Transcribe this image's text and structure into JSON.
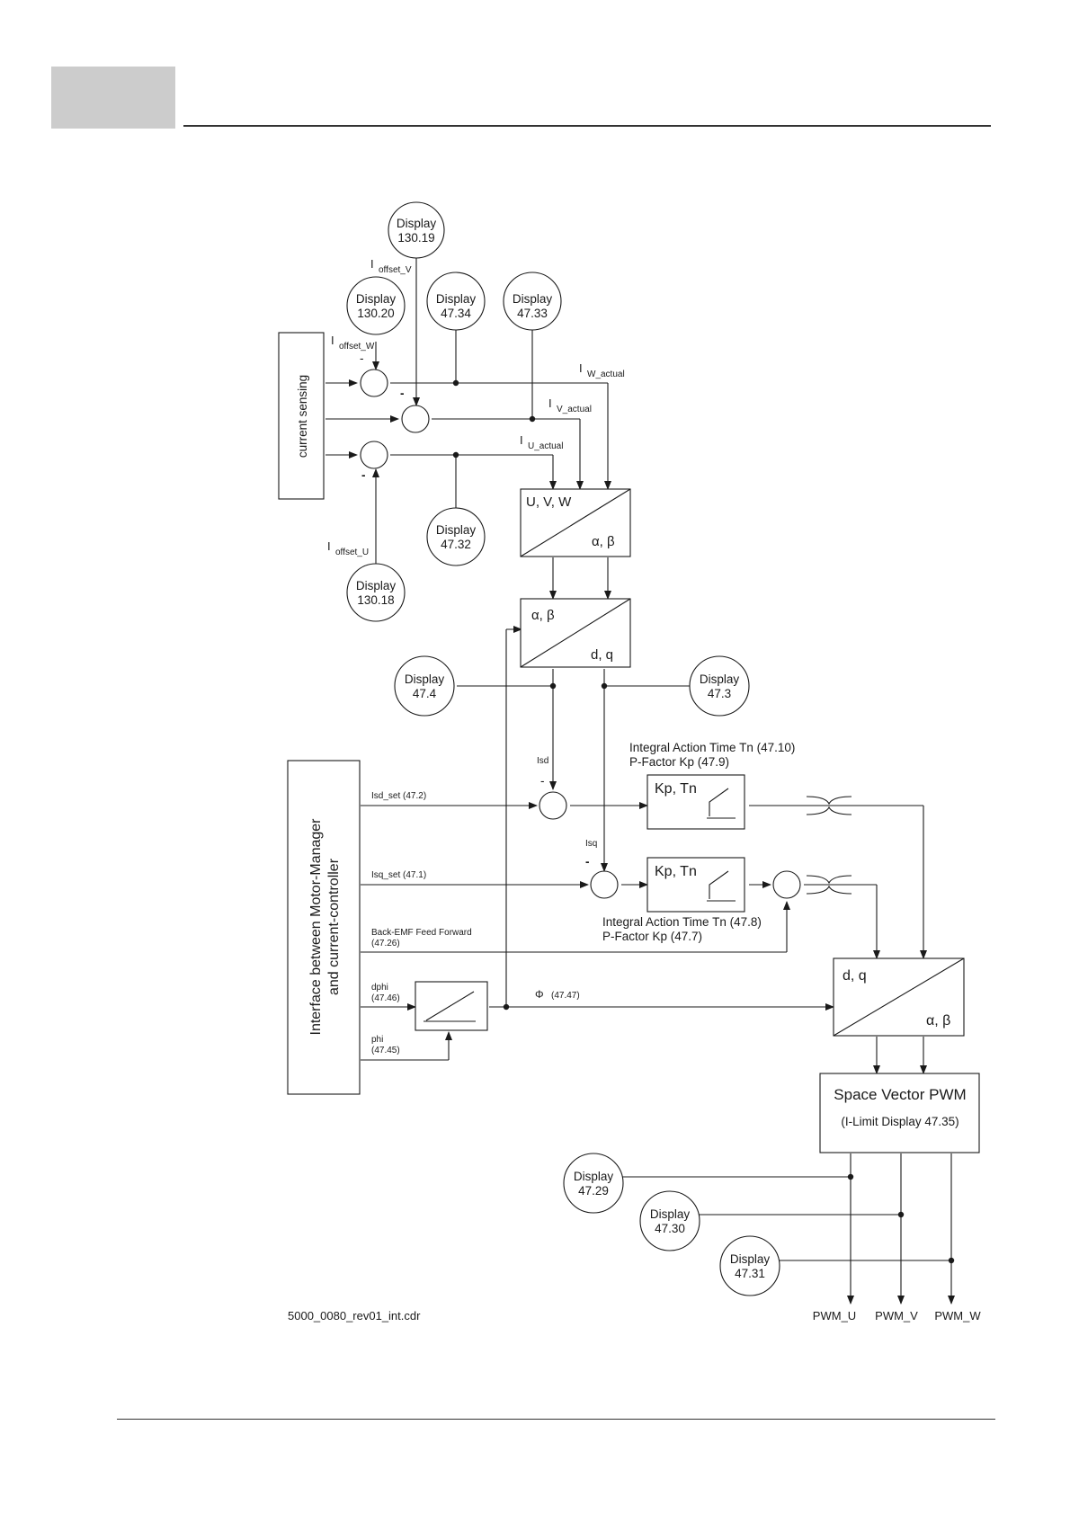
{
  "diagram": {
    "displays": {
      "d130_19": {
        "label": "Display",
        "value": "130.19"
      },
      "d130_20": {
        "label": "Display",
        "value": "130.20"
      },
      "d47_34": {
        "label": "Display",
        "value": "47.34"
      },
      "d47_33": {
        "label": "Display",
        "value": "47.33"
      },
      "d47_32": {
        "label": "Display",
        "value": "47.32"
      },
      "d130_18": {
        "label": "Display",
        "value": "130.18"
      },
      "d47_4": {
        "label": "Display",
        "value": "47.4"
      },
      "d47_3": {
        "label": "Display",
        "value": "47.3"
      },
      "d47_29": {
        "label": "Display",
        "value": "47.29"
      },
      "d47_30": {
        "label": "Display",
        "value": "47.30"
      },
      "d47_31": {
        "label": "Display",
        "value": "47.31"
      }
    },
    "signals": {
      "i_offset_v": {
        "main": "I",
        "sub": "offset_V"
      },
      "i_offset_w": {
        "main": "I",
        "sub": "offset_W"
      },
      "i_offset_u": {
        "main": "I",
        "sub": "offset_U"
      },
      "i_w_actual": {
        "main": "I",
        "sub": "W_actual"
      },
      "i_v_actual": {
        "main": "I",
        "sub": "V_actual"
      },
      "i_u_actual": {
        "main": "I",
        "sub": "U_actual"
      }
    },
    "minus": "-",
    "blocks": {
      "current_sensing": "current sensing",
      "uvw_ab": {
        "top": "U, V, W",
        "bottom": "α, β"
      },
      "ab_dq": {
        "top": "α, β",
        "bottom": "d, q"
      },
      "dq_ab": {
        "top": "d, q",
        "bottom": "α, β"
      },
      "pi_d": "Kp, Tn",
      "pi_q": "Kp, Tn",
      "svpwm": {
        "title": "Space Vector PWM",
        "sub": "(I-Limit Display 47.35)"
      },
      "interface": {
        "line1": "Interface between Motor-Manager",
        "line2": "and current-controller"
      }
    },
    "params": {
      "d_tn": "Integral Action Time Tn (47.10)",
      "d_kp": "P-Factor Kp (47.9)",
      "q_tn": "Integral Action Time Tn (47.8)",
      "q_kp": "P-Factor Kp (47.7)"
    },
    "inputs": {
      "isd": "Isd",
      "isq": "Isq",
      "isd_set": "Isd_set (47.2)",
      "isq_set": "Isq_set (47.1)",
      "bemf_1": "Back-EMF Feed Forward",
      "bemf_2": "(47.26)",
      "dphi_1": "dphi",
      "dphi_2": "(47.46)",
      "phi_1": "phi",
      "phi_2": "(47.45)",
      "phi_sym": "Φ",
      "phi_ref": "(47.47)"
    },
    "outputs": [
      "PWM_U",
      "PWM_V",
      "PWM_W"
    ],
    "filename": "5000_0080_rev01_int.cdr"
  }
}
